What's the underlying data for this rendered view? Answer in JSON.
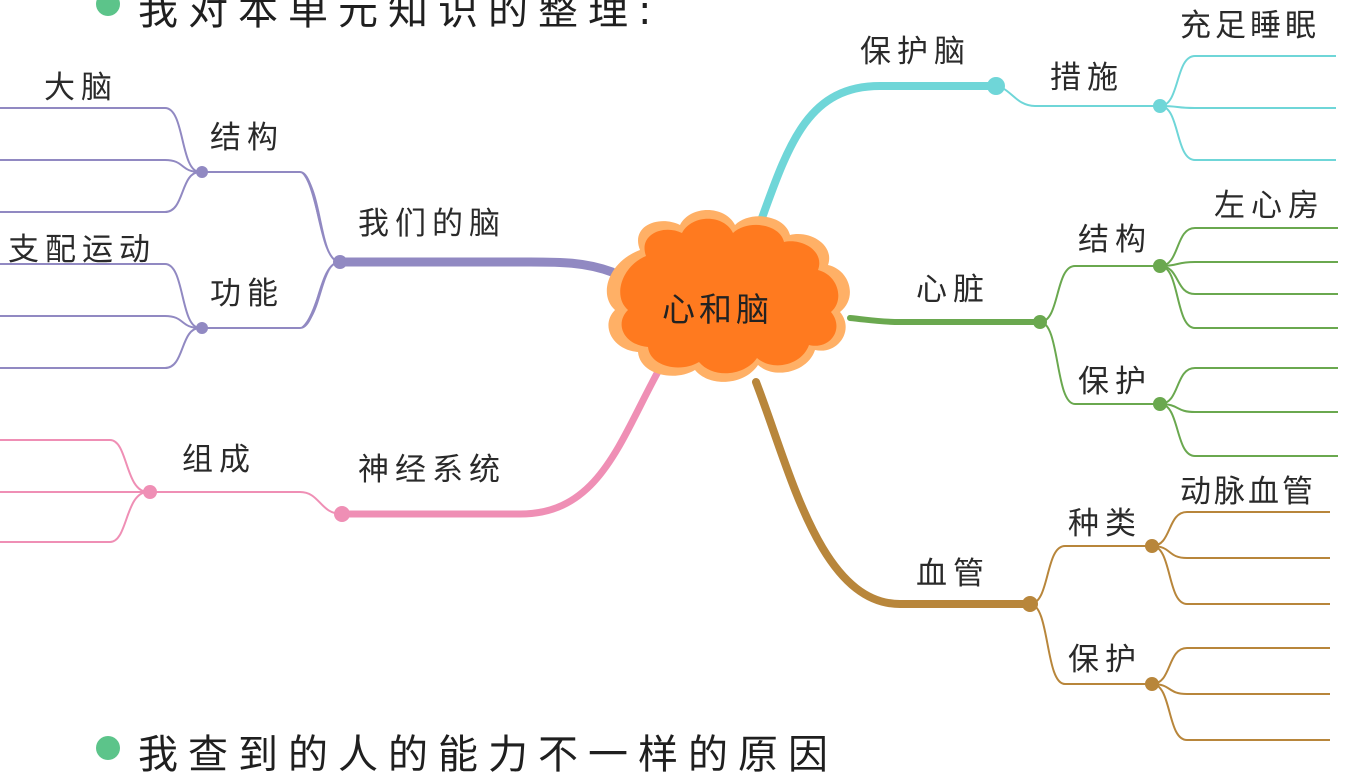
{
  "header": {
    "top_text": "我对本单元知识的整理:",
    "bottom_text": "我查到的人的能力不一样的原因"
  },
  "center": {
    "label": "心和脑"
  },
  "branches": {
    "brain": {
      "label": "我们的脑",
      "color": "#9189c2",
      "sub": {
        "structure": {
          "label": "结构",
          "leaf": "大脑"
        },
        "function": {
          "label": "功能",
          "leaf": "支配运动"
        }
      }
    },
    "nerve": {
      "label": "神经系统",
      "color": "#ef8fb5",
      "sub": {
        "composition": {
          "label": "组成"
        }
      }
    },
    "protect_brain": {
      "label": "保护脑",
      "color": "#6fd6d8",
      "sub": {
        "measures": {
          "label": "措施",
          "leaf": "充足睡眠"
        }
      }
    },
    "heart": {
      "label": "心脏",
      "color": "#6aa84f",
      "sub": {
        "structure": {
          "label": "结构",
          "leaf": "左心房"
        },
        "protect": {
          "label": "保护"
        }
      }
    },
    "vessel": {
      "label": "血管",
      "color": "#b8863b",
      "sub": {
        "types": {
          "label": "种类",
          "leaf": "动脉血管"
        },
        "protect": {
          "label": "保护"
        }
      }
    }
  },
  "colors": {
    "center_fill": "#ff7a1f",
    "center_rim": "#ffb066",
    "bullet": "#5cc48a"
  }
}
